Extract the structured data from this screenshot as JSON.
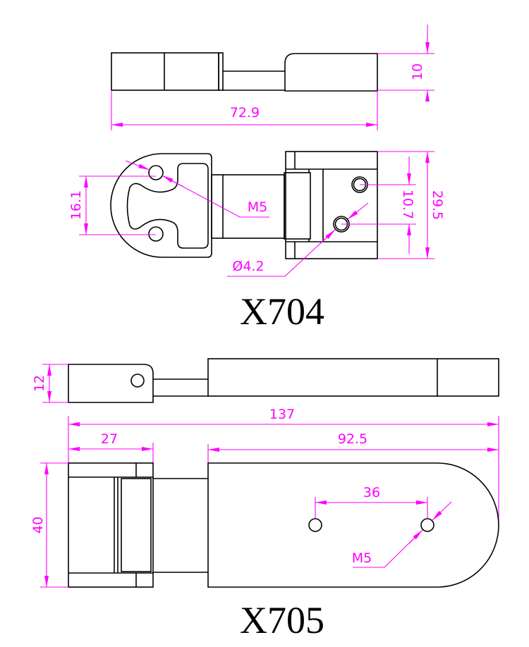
{
  "colors": {
    "outline": "#000000",
    "dimension": "#ff00ff"
  },
  "x704": {
    "title": "X704",
    "dims": {
      "length": "72.9",
      "height": "10",
      "hole_spacing_left": "16.1",
      "thread_left": "M5",
      "hole_spacing_right": "10.7",
      "width": "29.5",
      "hole_diameter": "Ø4.2"
    }
  },
  "x705": {
    "title": "X705",
    "dims": {
      "height": "12",
      "length": "137",
      "hinge_length": "27",
      "plate_length": "92.5",
      "width": "40",
      "hole_spacing": "36",
      "thread": "M5"
    }
  }
}
